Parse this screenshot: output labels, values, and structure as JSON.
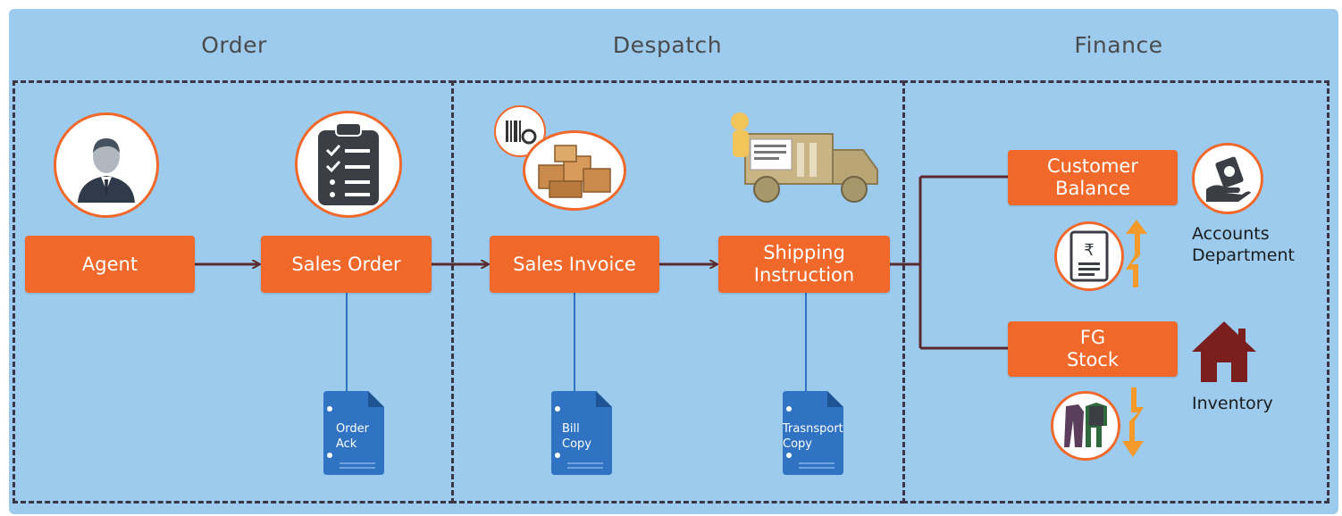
{
  "sections": {
    "order": "Order",
    "despatch": "Despatch",
    "finance": "Finance"
  },
  "nodes": {
    "agent": "Agent",
    "sales_order": "Sales Order",
    "sales_invoice": "Sales Invoice",
    "shipping_instruction": "Shipping\nInstruction",
    "customer_balance": "Customer\nBalance",
    "fg_stock": "FG\nStock"
  },
  "documents": {
    "order_ack": "Order\nAck",
    "bill_copy": "Bill\nCopy",
    "transport_copy": "Trasnsport\nCopy"
  },
  "departments": {
    "accounts": "Accounts\nDepartment",
    "inventory": "Inventory"
  },
  "icons": {
    "agent": "person-avatar-icon",
    "sales_order": "checklist-clipboard-icon",
    "sales_invoice": "boxes-barcode-icon",
    "shipping": "delivery-truck-icon",
    "currency_doc": "rupee-document-icon",
    "accounts": "money-hand-icon",
    "inventory": "house-icon",
    "clothes": "clothes-icon",
    "up": "up-arrow-icon",
    "down": "down-arrow-icon"
  },
  "colors": {
    "background": "#9ccbee",
    "box": "#f0682a",
    "connector": "#5a2a2e",
    "document": "#2f73c2"
  }
}
